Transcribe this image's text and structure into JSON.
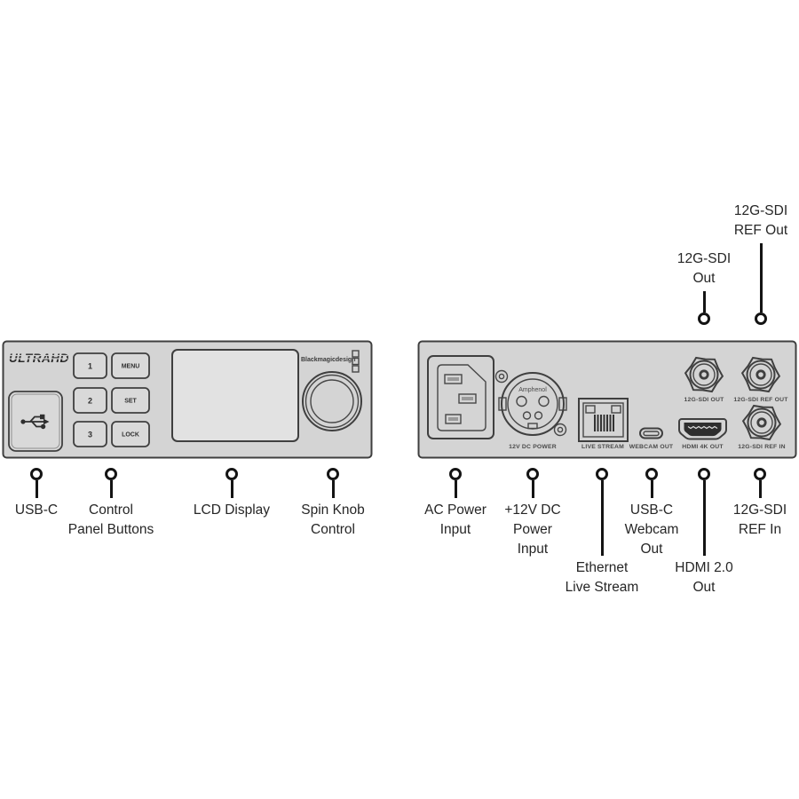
{
  "front_panel": {
    "brand_logo": "ULTRAHD",
    "maker_logo": "Blackmagicdesign",
    "buttons": {
      "one": "1",
      "two": "2",
      "three": "3",
      "menu": "MENU",
      "set": "SET",
      "lock": "LOCK"
    }
  },
  "rear_panel": {
    "xlr_brand": "Amphenol",
    "port_labels": {
      "dc_power": "12V DC POWER",
      "ethernet": "LIVE STREAM",
      "webcam": "WEBCAM OUT",
      "hdmi": "HDMI 4K OUT",
      "sdi_out": "12G-SDI OUT",
      "sdi_ref_out": "12G-SDI REF OUT",
      "sdi_ref_in": "12G-SDI REF IN"
    }
  },
  "callouts": {
    "top": [
      {
        "id": "sdi-out",
        "label": "12G-SDI\nOut"
      },
      {
        "id": "sdi-ref-out",
        "label": "12G-SDI\nREF Out"
      }
    ],
    "front": [
      {
        "id": "usb-c",
        "label": "USB-C"
      },
      {
        "id": "control-panel-buttons",
        "label": "Control\nPanel Buttons"
      },
      {
        "id": "lcd-display",
        "label": "LCD Display"
      },
      {
        "id": "spin-knob-control",
        "label": "Spin Knob\nControl"
      }
    ],
    "rear": [
      {
        "id": "ac-power-input",
        "label": "AC Power\nInput"
      },
      {
        "id": "dc-power-input",
        "label": "+12V DC\nPower\nInput"
      },
      {
        "id": "ethernet-live-stream",
        "label": "Ethernet\nLive Stream"
      },
      {
        "id": "usb-c-webcam-out",
        "label": "USB-C\nWebcam\nOut"
      },
      {
        "id": "hdmi-out",
        "label": "HDMI 2.0\nOut"
      },
      {
        "id": "sdi-ref-in",
        "label": "12G-SDI\nREF In"
      }
    ]
  },
  "colors": {
    "panel_fill": "#d4d4d4",
    "panel_outline": "#3f3f3f",
    "callout_ink": "#141414",
    "label_text": "#262626",
    "background": "#ffffff"
  }
}
